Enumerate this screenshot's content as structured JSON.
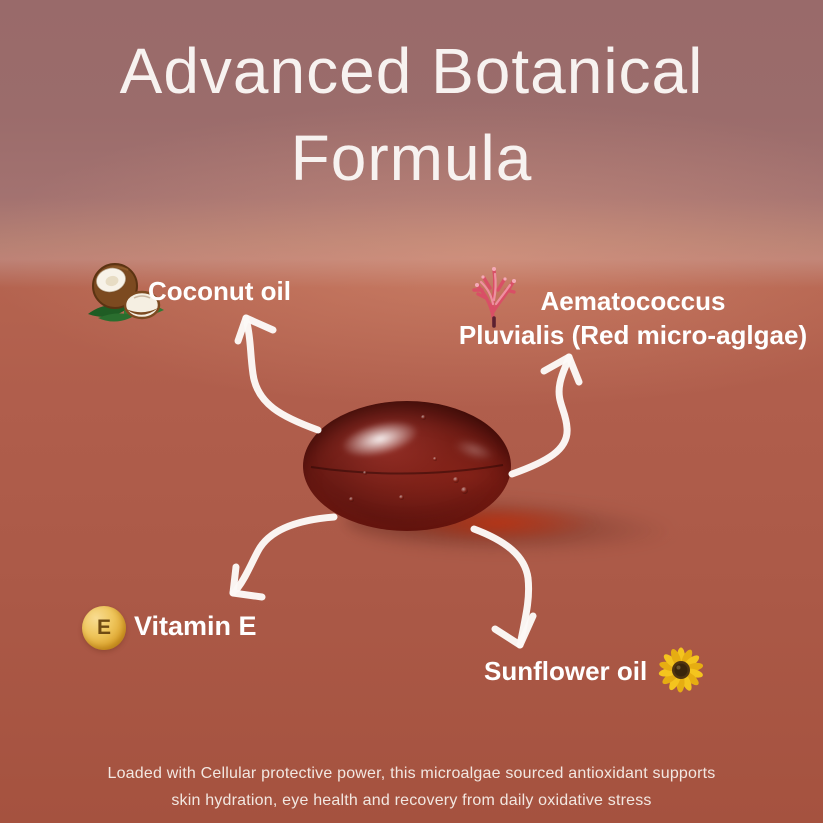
{
  "title": {
    "line1": "Advanced Botanical",
    "line2": "Formula"
  },
  "ingredients": {
    "coconut": {
      "label": "Coconut oil",
      "icon": "coconut-icon"
    },
    "algae": {
      "label_line1": "Aematococcus",
      "label_line2": "Pluvialis (Red micro-aglgae)",
      "icon": "red-algae-icon"
    },
    "vitamin_e": {
      "label": "Vitamin E",
      "badge_letter": "E",
      "icon": "vitamin-e-badge-icon"
    },
    "sunflower": {
      "label": "Sunflower oil",
      "icon": "sunflower-icon"
    }
  },
  "footer": {
    "line1": "Loaded with Cellular protective power, this microalgae sourced antioxidant supports",
    "line2": "skin hydration, eye health and recovery from daily oxidative stress"
  },
  "colors": {
    "background_top_mauve": "#996a6a",
    "background_horizon": "#bd8276",
    "background_surface_terracotta": "#ab5947",
    "capsule_dark_red": "#55100c",
    "capsule_glow_red": "#ce300a",
    "arrow_white": "#fcf9f7",
    "text_white": "#ffffff",
    "vitamin_badge_gold": "#efc65d",
    "sunflower_petal_yellow": "#f4c41e",
    "sunflower_center_brown": "#3a250b",
    "algae_pink": "#d94f66",
    "coconut_husk_brown": "#7c4a20",
    "coconut_leaf_green": "#2f7a33"
  }
}
